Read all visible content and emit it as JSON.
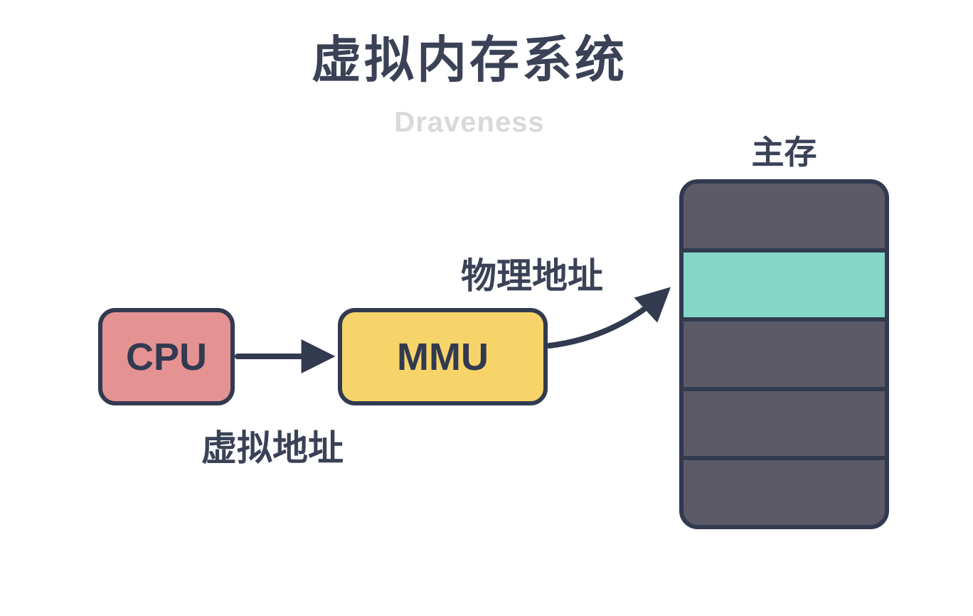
{
  "title": "虚拟内存系统",
  "watermark": "Draveness",
  "nodes": {
    "cpu": {
      "label": "CPU"
    },
    "mmu": {
      "label": "MMU"
    }
  },
  "memory": {
    "label": "主存",
    "rows": [
      "dark",
      "highlight",
      "dark",
      "dark",
      "dark"
    ],
    "highlighted_row_index": 1
  },
  "edges": {
    "virtual_address_label": "虚拟地址",
    "physical_address_label": "物理地址"
  },
  "colors": {
    "ink": "#323a50",
    "title_ink": "#3b4257",
    "watermark": "#d9d9d9",
    "cpu_fill": "#e59292",
    "mmu_fill": "#f6d469",
    "memory_dark": "#5c5a67",
    "memory_highlight": "#85d6c7"
  }
}
